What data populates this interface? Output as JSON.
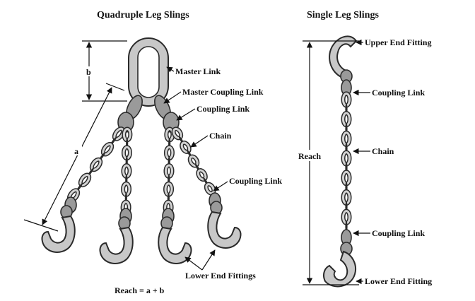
{
  "quad": {
    "title": "Quadruple Leg Slings",
    "labels": {
      "master_link": "Master Link",
      "master_coupling_link": "Master Coupling Link",
      "coupling_link_top": "Coupling Link",
      "chain": "Chain",
      "coupling_link_bottom": "Coupling Link",
      "lower_end_fittings": "Lower End Fittings"
    },
    "dim_a": "a",
    "dim_b": "b",
    "formula": "Reach = a + b"
  },
  "single": {
    "title": "Single Leg Slings",
    "labels": {
      "upper_end_fitting": "Upper End Fitting",
      "coupling_link_top": "Coupling Link",
      "chain": "Chain",
      "coupling_link_bottom": "Coupling Link",
      "lower_end_fitting": "Lower End Fitting"
    },
    "reach": "Reach"
  }
}
